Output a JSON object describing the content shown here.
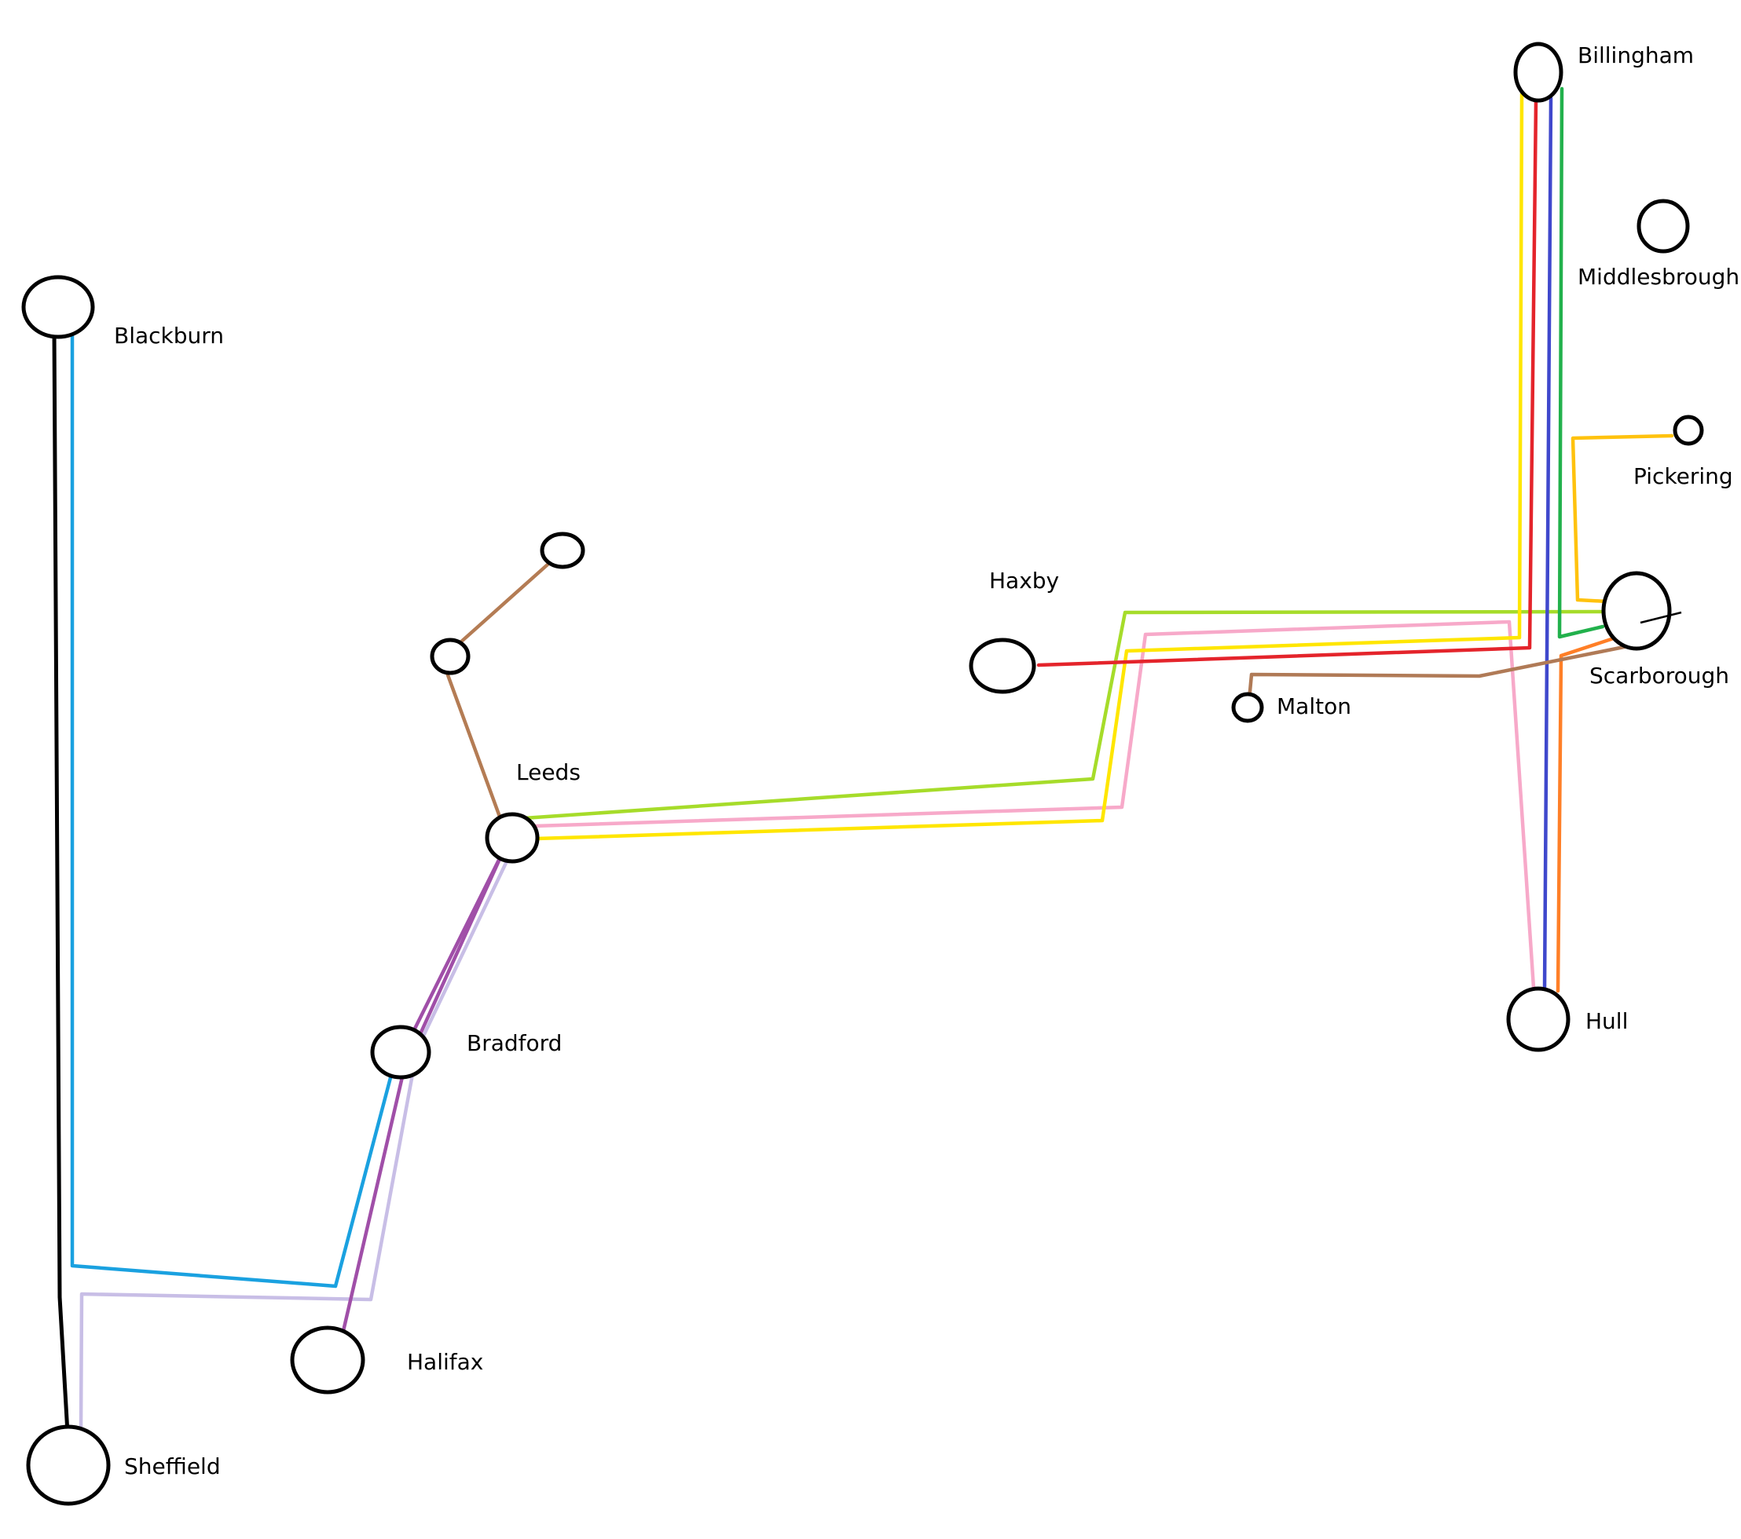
{
  "stations": [
    {
      "id": "billingham",
      "label": "Billingham"
    },
    {
      "id": "middlesbrough",
      "label": "Middlesbrough"
    },
    {
      "id": "pickering",
      "label": "Pickering"
    },
    {
      "id": "scarborough",
      "label": "Scarborough"
    },
    {
      "id": "malton",
      "label": "Malton"
    },
    {
      "id": "haxby",
      "label": "Haxby"
    },
    {
      "id": "hull",
      "label": "Hull"
    },
    {
      "id": "blackburn",
      "label": "Blackburn"
    },
    {
      "id": "leeds",
      "label": "Leeds"
    },
    {
      "id": "bradford",
      "label": "Bradford"
    },
    {
      "id": "halifax",
      "label": "Halifax"
    },
    {
      "id": "sheffield",
      "label": "Sheffield"
    },
    {
      "id": "unnamed-1",
      "label": ""
    },
    {
      "id": "unnamed-2",
      "label": ""
    }
  ],
  "routes": [
    {
      "id": "black",
      "color": "#000000"
    },
    {
      "id": "light-blue",
      "color": "#1aa1e0"
    },
    {
      "id": "lavender",
      "color": "#c8bee6"
    },
    {
      "id": "purple",
      "color": "#a04fa8"
    },
    {
      "id": "brown-leeds",
      "color": "#b47c54"
    },
    {
      "id": "lime",
      "color": "#a6dc2a"
    },
    {
      "id": "pink",
      "color": "#f7a9c9"
    },
    {
      "id": "yellow",
      "color": "#ffe600"
    },
    {
      "id": "red",
      "color": "#e4242b"
    },
    {
      "id": "blue",
      "color": "#3f48cc"
    },
    {
      "id": "green",
      "color": "#22b14c"
    },
    {
      "id": "gold",
      "color": "#ffc20e"
    },
    {
      "id": "orange",
      "color": "#ff7f27"
    },
    {
      "id": "brown-malton",
      "color": "#b07a56"
    }
  ]
}
